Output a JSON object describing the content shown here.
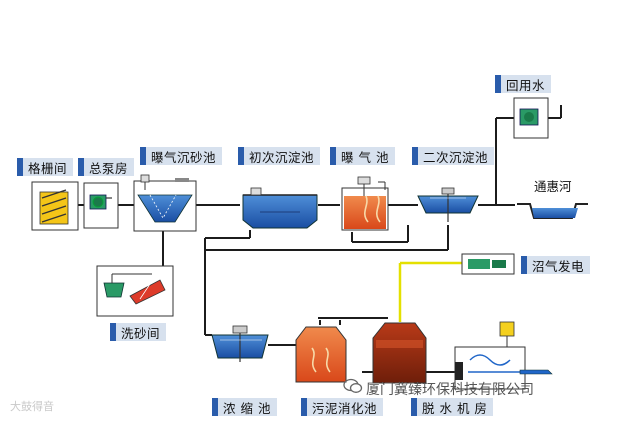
{
  "labels": {
    "grille": "格栅间",
    "pump": "总泵房",
    "grit_chamber": "曝气沉砂池",
    "primary_clarifier": "初次沉淀池",
    "aeration": "曝 气 池",
    "secondary_clarifier": "二次沉淀池",
    "reuse_water": "回用水",
    "river": "通惠河",
    "biogas_power": "沼气发电",
    "sand_washing": "洗砂间",
    "thickener": "浓 缩 池",
    "digester": "污泥消化池",
    "dewatering": "脱 水 机 房"
  },
  "watermark": {
    "company": "厦门冀臻环保科技有限公司",
    "logo_text": "大鼓得音"
  },
  "colors": {
    "label_bg": "#d7e1ee",
    "label_tab": "#2a5cab",
    "water_line": "#1c1c1c",
    "grid_yellow": "#e4e000",
    "equipment_blue": "#2066c8",
    "sludge_orange": "#e0571f",
    "digester_dark": "#8c2810"
  }
}
